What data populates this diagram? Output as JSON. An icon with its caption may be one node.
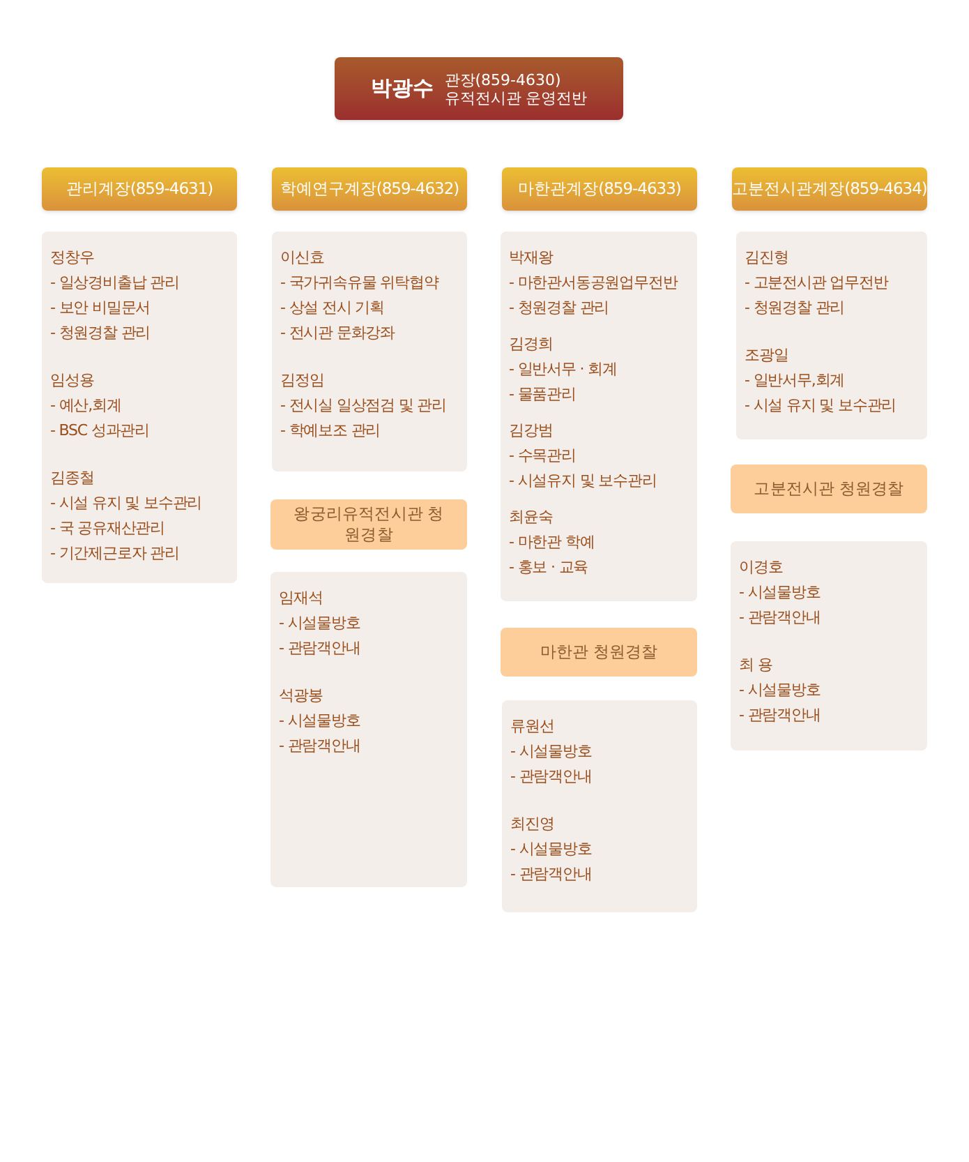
{
  "diagram": {
    "nodes": [
      {
        "text": [
          "박광수",
          "관장(859-4630)",
          "유적전시관 운영전반"
        ]
      },
      {
        "text": [
          "관리계장(859-4631)"
        ]
      },
      {
        "text": [
          "학예연구계장(859-4632)"
        ]
      },
      {
        "text": [
          "마한관계장(859-4633)"
        ]
      },
      {
        "text": [
          "고분전시관계장(859-4634)"
        ]
      },
      {
        "text": [
          "정창우",
          "- 일상경비출납 관리",
          "- 보안 비밀문서",
          "- 청원경찰 관리",
          "임성용",
          "- 예산,회계",
          "- BSC 성과관리",
          "김종철",
          "- 시설 유지 및 보수관리",
          "- 국 공유재산관리",
          "- 기간제근로자 관리"
        ]
      },
      {
        "text": [
          "이신효",
          "- 국가귀속유물 위탁협약",
          "- 상설 전시 기획",
          "- 전시관 문화강좌",
          "김정임",
          "- 전시실 일상점검 및 관리",
          "- 학예보조 관리"
        ]
      },
      {
        "text": [
          "왕궁리유적전시관 청원경찰"
        ]
      },
      {
        "text": [
          "임재석",
          "- 시설물방호",
          "- 관람객안내",
          "석광봉",
          "- 시설물방호",
          "- 관람객안내"
        ]
      },
      {
        "text": [
          "박재왕",
          "- 마한관서동공원업무전반",
          "- 청원경찰 관리",
          "김경희",
          "- 일반서무 · 회계",
          "- 물품관리",
          "김강범",
          "- 수목관리",
          "- 시설유지 및 보수관리",
          "최윤숙",
          "- 마한관 학예",
          "- 홍보 · 교육"
        ]
      },
      {
        "text": [
          "마한관 청원경찰"
        ]
      },
      {
        "text": [
          "류원선",
          "- 시설물방호",
          "- 관람객안내",
          "최진영",
          "- 시설물방호",
          "- 관람객안내"
        ]
      },
      {
        "text": [
          "김진형",
          "- 고분전시관 업무전반",
          "- 청원경찰 관리",
          "조광일",
          "- 일반서무,회계",
          "- 시설 유지 및 보수관리"
        ]
      },
      {
        "text": [
          "고분전시관 청원경찰"
        ]
      },
      {
        "text": [
          "이경호",
          "- 시설물방호",
          "- 관람객안내",
          "최 용",
          "- 시설물방호",
          "- 관람객안내"
        ]
      }
    ]
  }
}
